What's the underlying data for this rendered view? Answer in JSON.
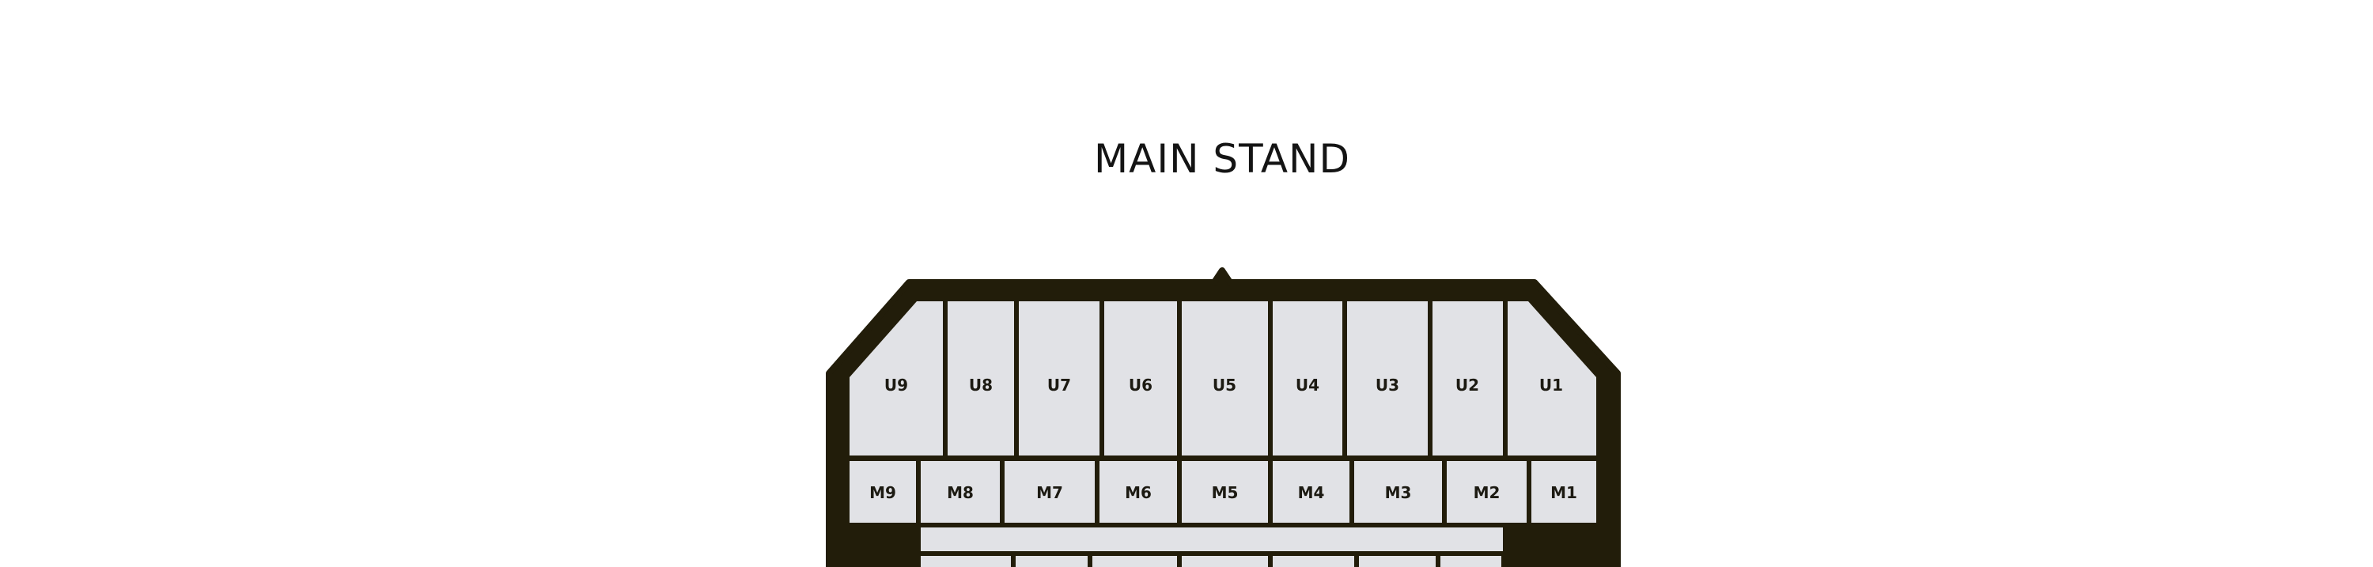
{
  "stand": {
    "title": "MAIN STAND"
  },
  "sections": {
    "upper": [
      "U9",
      "U8",
      "U7",
      "U6",
      "U5",
      "U4",
      "U3",
      "U2",
      "U1"
    ],
    "middle": [
      "M9",
      "M8",
      "M7",
      "M6",
      "M5",
      "M4",
      "M3",
      "M2",
      "M1"
    ]
  },
  "colors": {
    "outline": "#221d0a",
    "section_fill": "#e1e2e6",
    "title": "#141414"
  }
}
